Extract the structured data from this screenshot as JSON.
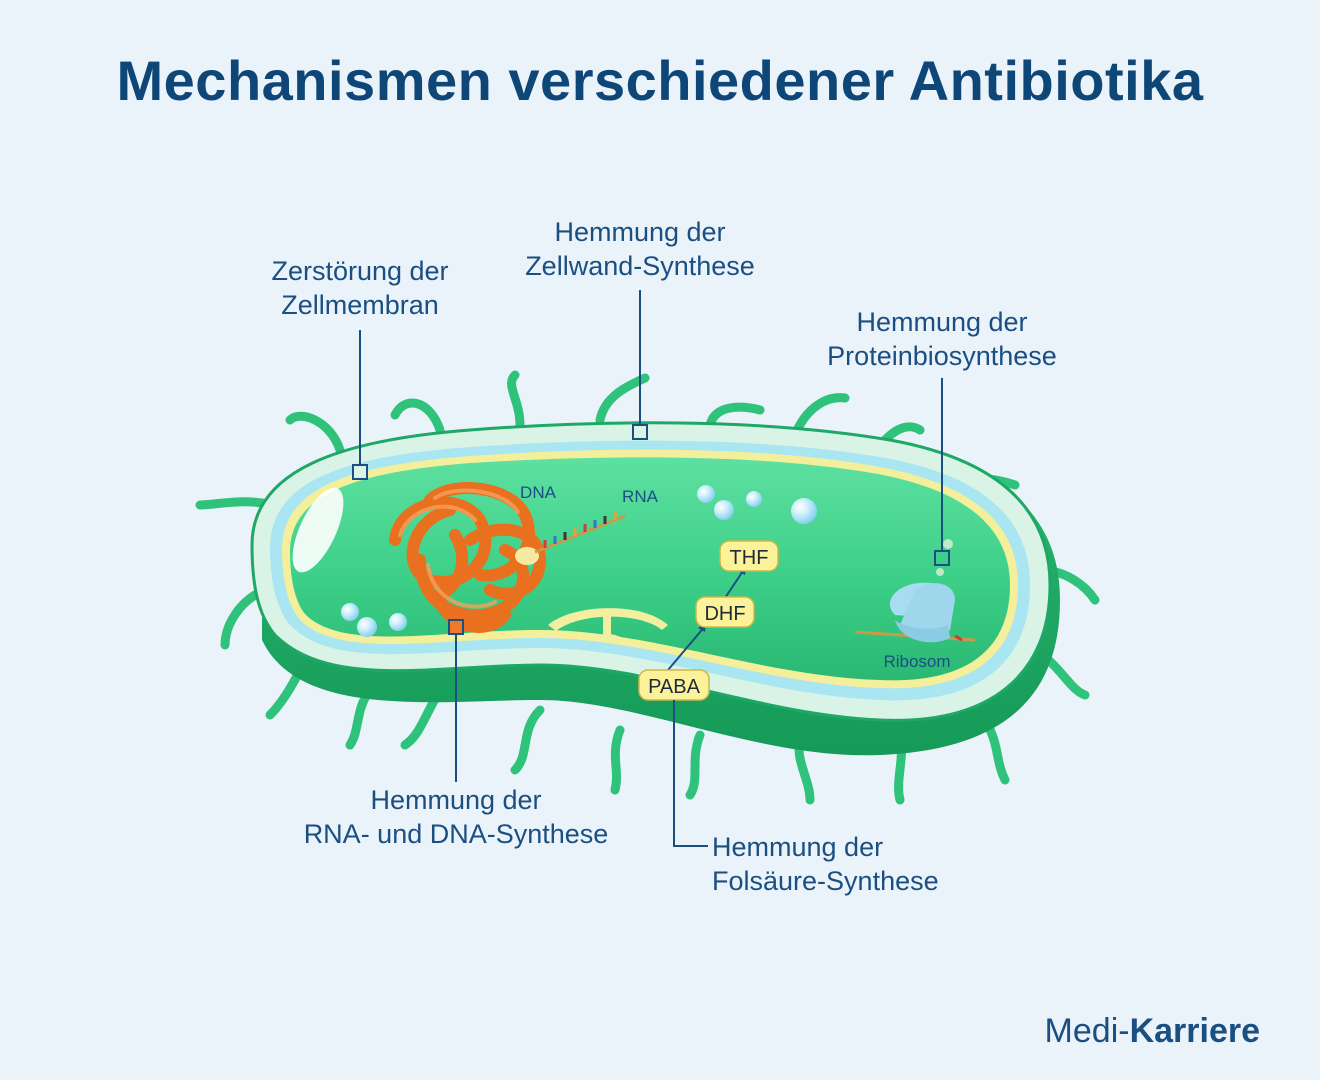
{
  "title": "Mechanismen verschiedener Antibiotika",
  "labels": {
    "membrane": {
      "line1": "Zerstörung der",
      "line2": "Zellmembran"
    },
    "cellwall": {
      "line1": "Hemmung der",
      "line2": "Zellwand-Synthese"
    },
    "protein": {
      "line1": "Hemmung der",
      "line2": "Proteinbiosynthese"
    },
    "nucleic": {
      "line1": "Hemmung der",
      "line2": "RNA- und DNA-Synthese"
    },
    "folic": {
      "line1": "Hemmung der",
      "line2": "Folsäure-Synthese"
    }
  },
  "cell_labels": {
    "dna": "DNA",
    "rna": "RNA",
    "ribosome": "Ribosom",
    "thf": "THF",
    "dhf": "DHF",
    "paba": "PABA"
  },
  "brand": {
    "prefix": "Medi-",
    "name": "Karriere"
  },
  "colors": {
    "background": "#eaf2fa",
    "title": "#0e4677",
    "text": "#1b4f82",
    "cell_green": "#3fcf8a",
    "flagella": "#2fc27a",
    "dna": "#f07a2a",
    "ribosome": "#a8dcf0",
    "label_box": "#fcf29a"
  },
  "icons": [
    "bacterium-cell",
    "dna-coil",
    "rna-strand",
    "ribosome",
    "vesicle",
    "flagellum"
  ]
}
